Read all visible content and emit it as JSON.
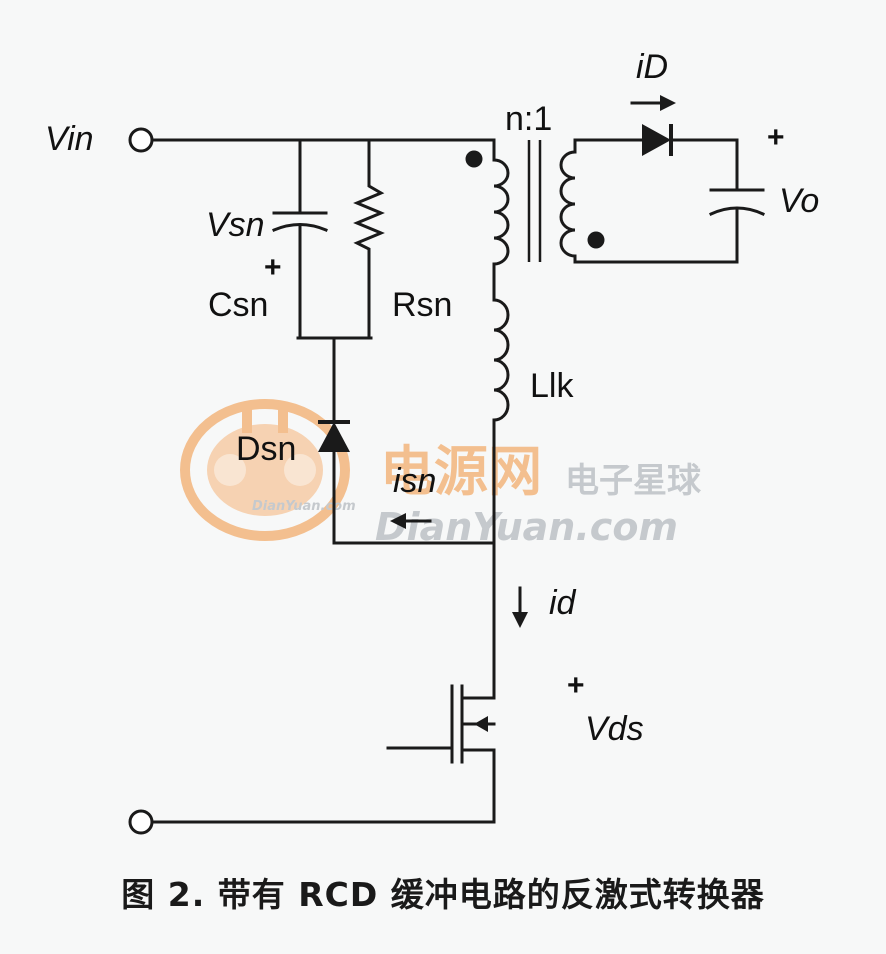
{
  "labels": {
    "vin": "Vin",
    "vsn": "Vsn",
    "vsn_sign": "+",
    "csn": "Csn",
    "rsn": "Rsn",
    "ratio": "n:1",
    "llk": "Llk",
    "dsn": "Dsn",
    "isn": "isn",
    "id_upper": "iD",
    "vo": "Vo",
    "vo_sign": "+",
    "id_lower": "id",
    "vds": "Vds",
    "vds_sign": "+"
  },
  "watermark": {
    "cn_brand": "电源网",
    "cn_sub": "电子星球",
    "url": "DianYuan.com",
    "small_url": "DianYuan.com",
    "colors": {
      "orange": "#f0913a",
      "gray": "#9ea4aa"
    }
  },
  "caption": "图 2. 带有 RCD 缓冲电路的反激式转换器",
  "colors": {
    "wire": "#1a1a1a",
    "background": "#f7f8f8"
  }
}
